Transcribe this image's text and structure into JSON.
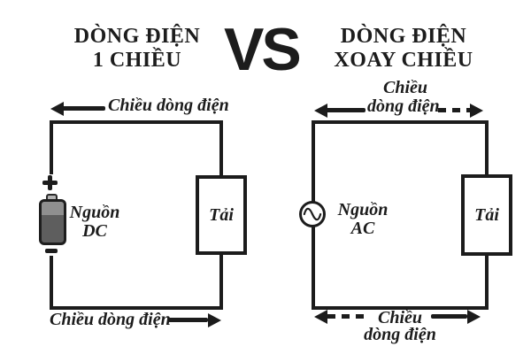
{
  "colors": {
    "ink": "#1c1c1c",
    "background": "#ffffff",
    "battery_top": "#8f8f8f",
    "battery_body": "#5e5e5e",
    "battery_tab": "#b3b3b3"
  },
  "header": {
    "dc_title": [
      "DÒNG ĐIỆN",
      "1 CHIỀU"
    ],
    "vs_label": "VS",
    "ac_title": [
      "DÒNG ĐIỆN",
      "XOAY CHIỀU"
    ]
  },
  "dc_circuit": {
    "top_current_label": "Chiều dòng điện",
    "bottom_current_label": "Chiều dòng điện",
    "source_name": [
      "Nguồn",
      "DC"
    ],
    "load_label": "Tải",
    "terminals": {
      "positive": "+",
      "negative": "−"
    }
  },
  "ac_circuit": {
    "top_current_label": [
      "Chiều",
      "dòng điện"
    ],
    "bottom_current_label": [
      "Chiều",
      "dòng điện"
    ],
    "source_name": [
      "Nguồn",
      "AC"
    ],
    "load_label": "Tải"
  },
  "icons": {
    "battery": "dc-battery (gray cell, CSS shape)",
    "ac_source": "sine wave in circle ∿",
    "plus_terminal": "+",
    "minus_terminal": "−",
    "solid_arrow_left": "←",
    "solid_arrow_right": "→",
    "dashed_arrow_left": "⇠",
    "dashed_arrow_right": "⇢"
  }
}
